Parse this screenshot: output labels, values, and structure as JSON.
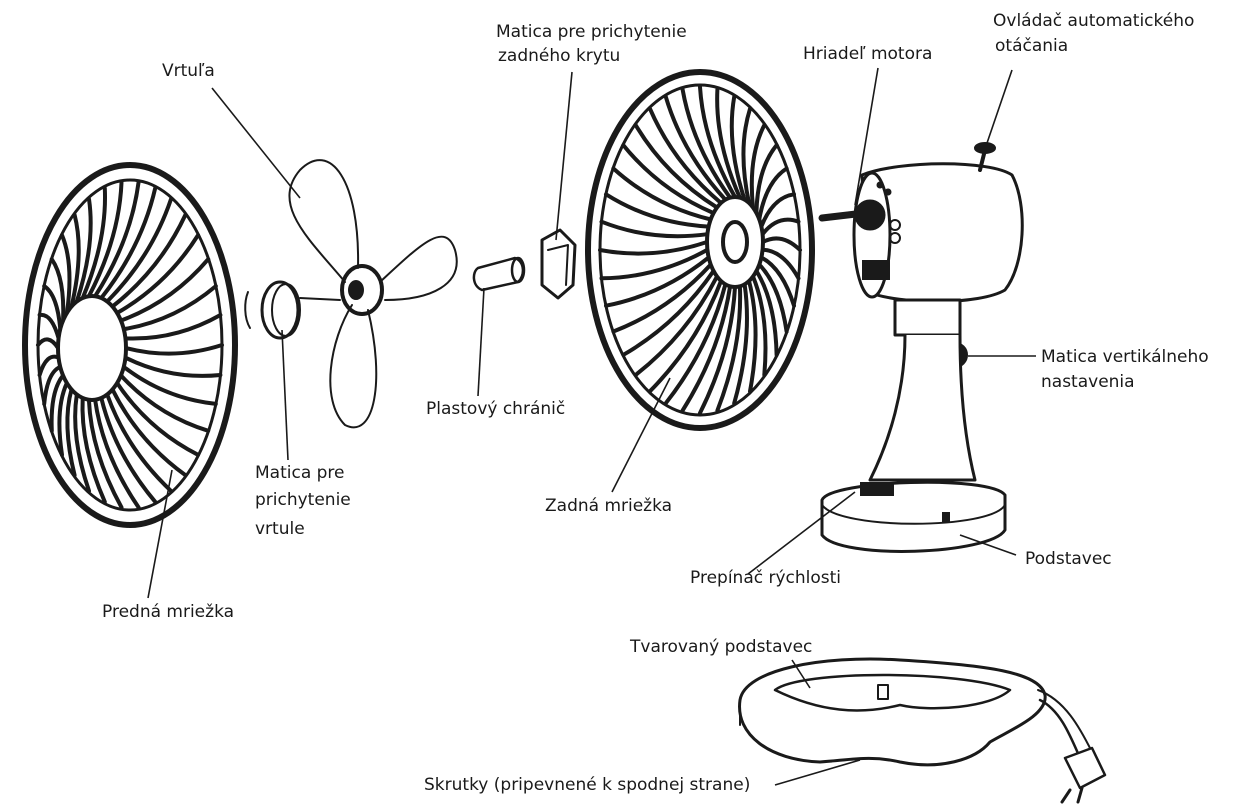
{
  "labels": {
    "vrtula": "Vrtuľa",
    "matica_zadny_kryt_1": "Matica pre prichytenie",
    "matica_zadny_kryt_2": "zadného krytu",
    "hriadel_motora": "Hriadeľ motora",
    "ovladac_1": "Ovládač automatického",
    "ovladac_2": "otáčania",
    "matica_vertikalneho_1": "Matica vertikálneho",
    "matica_vertikalneho_2": "nastavenia",
    "plastovy_chranic": "Plastový chránič",
    "matica_vrtule_1": "Matica pre",
    "matica_vrtule_2": "prichytenie",
    "matica_vrtule_3": "vrtule",
    "zadna_mriezka": "Zadná mriežka",
    "podstavec": "Podstavec",
    "prepinac_rychlosti": "Prepínač rýchlosti",
    "predna_mriezka": "Predná mriežka",
    "tvarovany_podstavec": "Tvarovaný podstavec",
    "skrutky": "Skrutky (pripevnené k spodnej strane)"
  },
  "colors": {
    "ink": "#1a1a1a",
    "background": "#ffffff"
  }
}
